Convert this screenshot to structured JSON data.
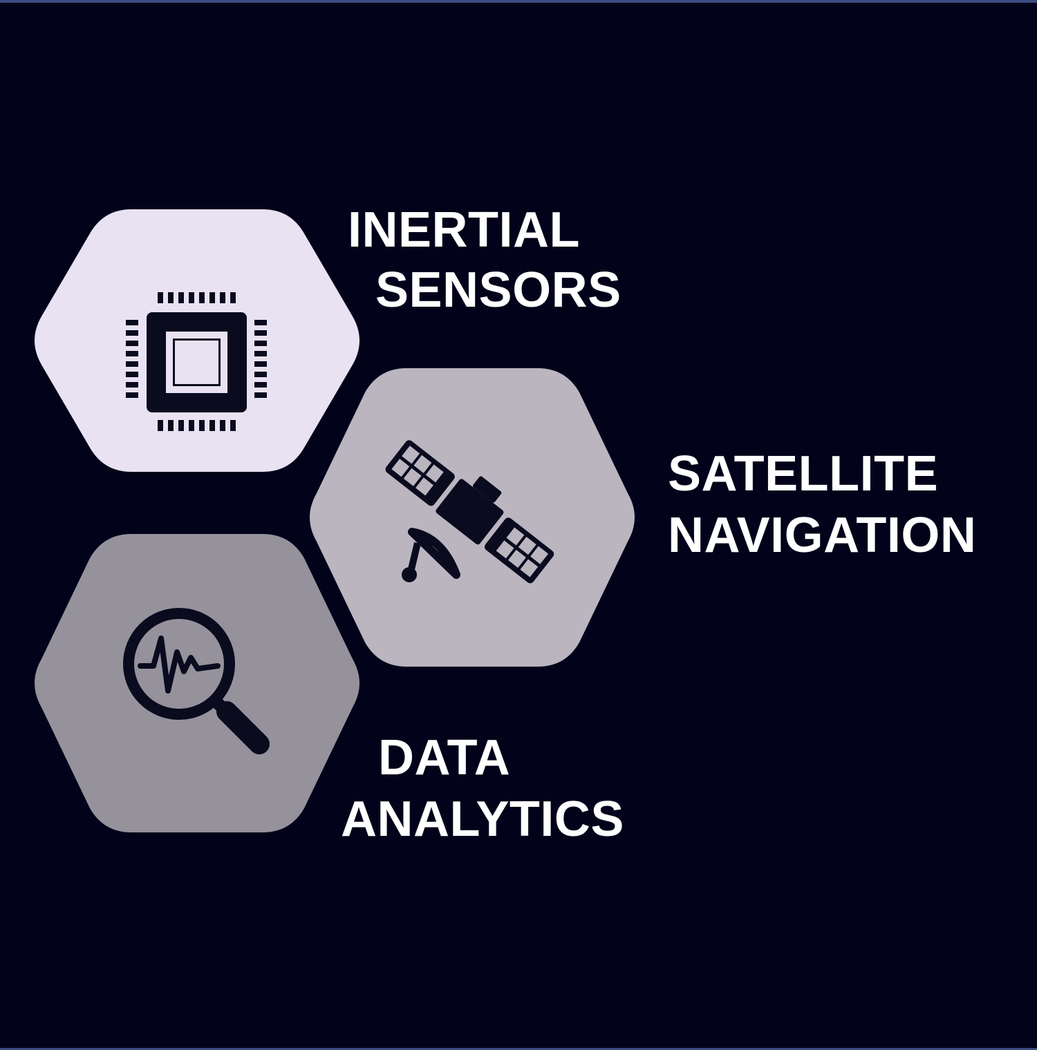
{
  "colors": {
    "background": "#02031a",
    "frame_accent": "#3b4a80",
    "text": "#ffffff",
    "icon": "#0a0b1f",
    "hex_inertial": "#e9e2f3",
    "hex_satellite": "#bab5bf",
    "hex_data": "#96929b"
  },
  "items": [
    {
      "id": "inertial",
      "label_lines": [
        "INERTIAL",
        "SENSORS"
      ],
      "icon": "cpu-chip-icon"
    },
    {
      "id": "satellite",
      "label_lines": [
        "SATELLITE",
        "NAVIGATION"
      ],
      "icon": "satellite-icon"
    },
    {
      "id": "data",
      "label_lines": [
        "DATA",
        "ANALYTICS"
      ],
      "icon": "magnifier-pulse-icon"
    }
  ]
}
